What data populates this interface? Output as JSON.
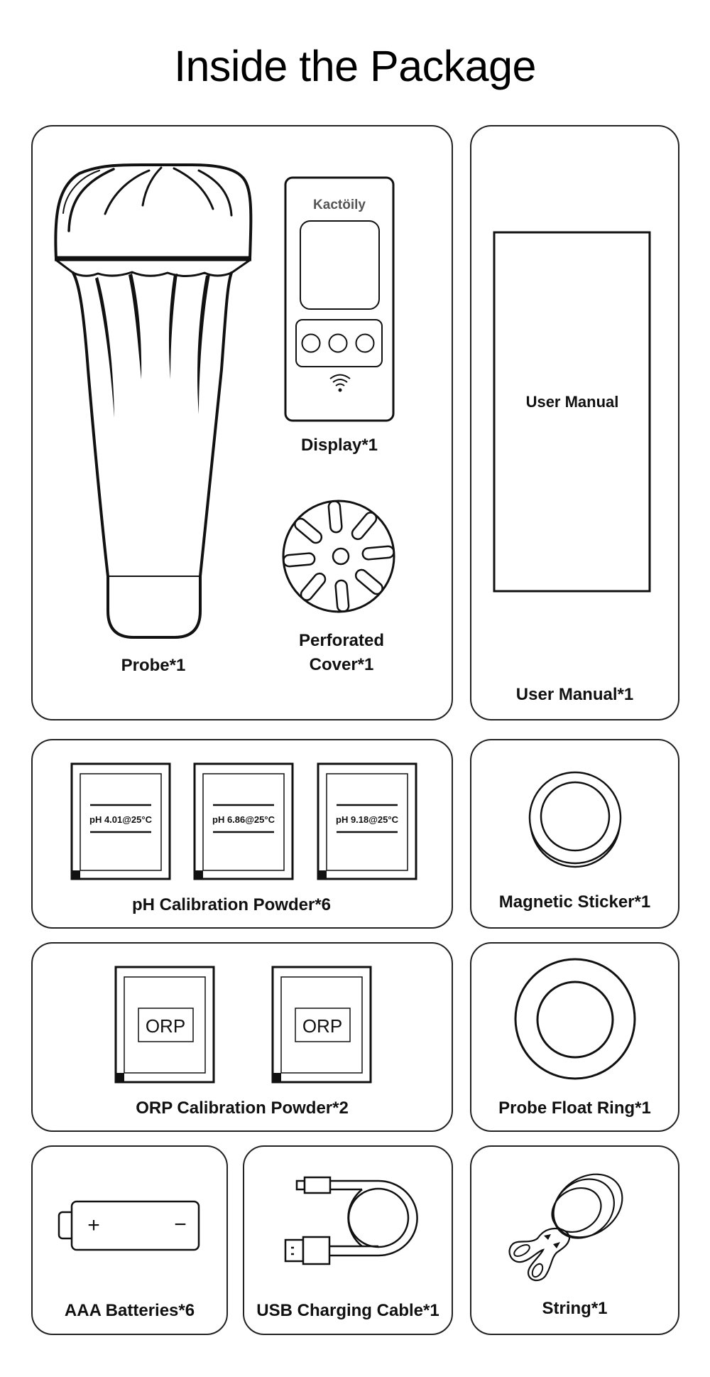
{
  "page": {
    "title": "Inside the Package"
  },
  "items": {
    "probe": {
      "label": "Probe*1",
      "icon": "probe-icon"
    },
    "display": {
      "label": "Display*1",
      "brand": "Kactöily",
      "icon": "display-icon"
    },
    "cover": {
      "label_line1": "Perforated",
      "label_line2": "Cover*1",
      "icon": "perforated-cover-icon"
    },
    "manual": {
      "label": "User Manual*1",
      "cover_text": "User Manual",
      "icon": "user-manual-icon"
    },
    "ph_powder": {
      "label": "pH Calibration Powder*6",
      "sachets": [
        "pH 4.01@25°C",
        "pH 6.86@25°C",
        "pH 9.18@25°C"
      ],
      "icon": "sachet-icon"
    },
    "magnetic_sticker": {
      "label": "Magnetic Sticker*1",
      "icon": "magnetic-sticker-icon"
    },
    "orp_powder": {
      "label": "ORP Calibration Powder*2",
      "sachets": [
        "ORP",
        "ORP"
      ],
      "icon": "sachet-icon"
    },
    "float_ring": {
      "label": "Probe Float Ring*1",
      "icon": "float-ring-icon"
    },
    "batteries": {
      "label": "AAA Batteries*6",
      "plus": "+",
      "minus": "−",
      "icon": "battery-icon"
    },
    "usb_cable": {
      "label": "USB Charging Cable*1",
      "icon": "usb-cable-icon"
    },
    "string": {
      "label": "String*1",
      "icon": "string-icon"
    }
  }
}
